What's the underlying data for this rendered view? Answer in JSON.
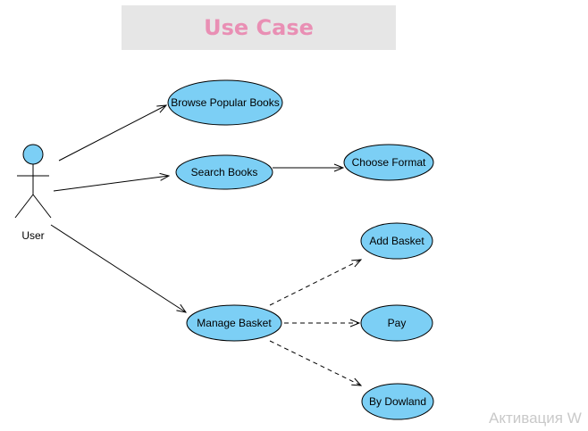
{
  "title": "Use Case",
  "actor": {
    "name": "User"
  },
  "use_cases": {
    "browse": "Browse Popular Books",
    "search": "Search Books",
    "choose_format": "Choose Format",
    "manage_basket": "Manage Basket",
    "add_basket": "Add Basket",
    "pay": "Pay",
    "by_dowland": "By Dowland"
  },
  "colors": {
    "ellipse_fill": "#7ccff5",
    "title_bg": "#e6e6e6",
    "title_text": "#e98fb4"
  },
  "watermark": "Активация W"
}
